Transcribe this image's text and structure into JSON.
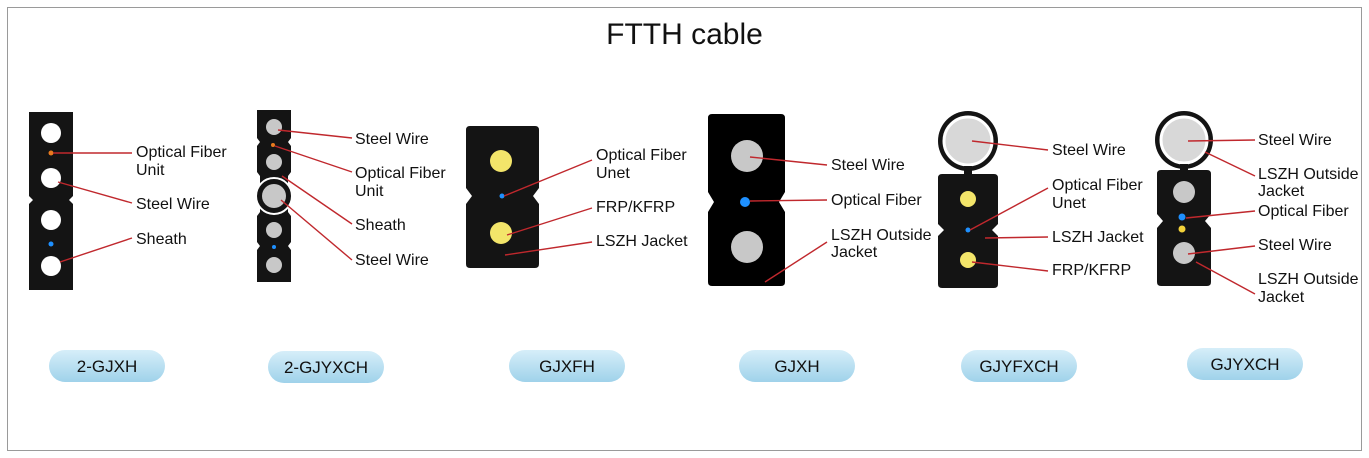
{
  "title": "FTTH cable",
  "colors": {
    "cable_black": "#141414",
    "leader_red": "#c0282d",
    "pill_fill": "#b7def0",
    "steel_grey": "#c8c8c8",
    "fiber_yellow": "#f3e56a",
    "fiber_blue": "#1e90ff"
  },
  "cables": [
    {
      "name": "2-GJXH",
      "labels": [
        "Optical Fiber",
        "Unit",
        "Steel Wire",
        "Sheath"
      ]
    },
    {
      "name": "2-GJYXCH",
      "labels": [
        "Steel Wire",
        "Optical Fiber",
        "Unit",
        "Sheath",
        "Steel Wire"
      ]
    },
    {
      "name": "GJXFH",
      "labels": [
        "Optical Fiber",
        "Unet",
        "FRP/KFRP",
        "LSZH Jacket"
      ]
    },
    {
      "name": "GJXH",
      "labels": [
        "Steel Wire",
        "Optical Fiber",
        "LSZH Outside",
        "Jacket"
      ]
    },
    {
      "name": "GJYFXCH",
      "labels": [
        "Steel Wire",
        "Optical Fiber",
        "Unet",
        "LSZH Jacket",
        "FRP/KFRP"
      ]
    },
    {
      "name": "GJYXCH",
      "labels": [
        "Steel Wire",
        "LSZH Outside",
        "Jacket",
        "Optical Fiber",
        "Steel Wire",
        "LSZH Outside",
        "Jacket"
      ]
    }
  ]
}
